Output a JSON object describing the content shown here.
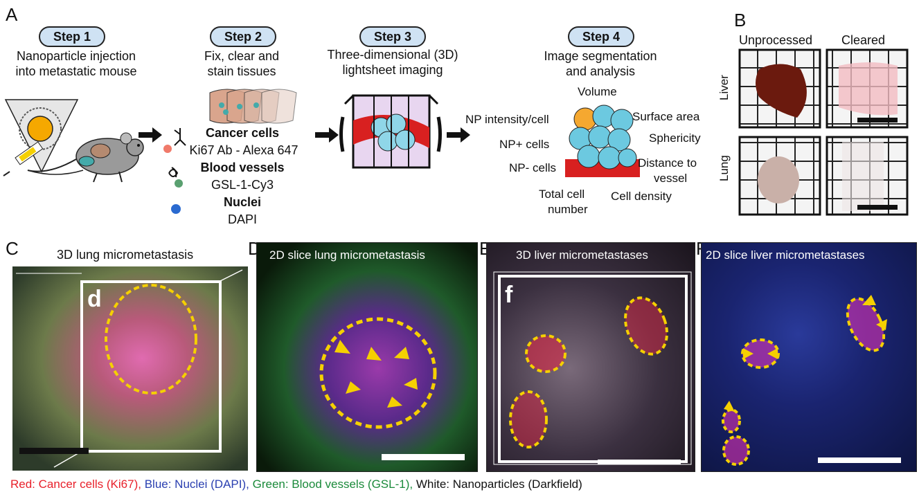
{
  "panel_A": {
    "letter": "A",
    "steps": [
      {
        "label": "Step 1",
        "text_lines": [
          "Nanoparticle injection",
          "into metastatic mouse"
        ]
      },
      {
        "label": "Step 2",
        "text_lines": [
          "Fix, clear and",
          "stain tissues"
        ]
      },
      {
        "label": "Step 3",
        "text_lines": [
          "Three-dimensional (3D)",
          "lightsheet imaging"
        ]
      },
      {
        "label": "Step 4",
        "text_lines": [
          "Image segmentation",
          "and analysis"
        ]
      }
    ],
    "stains": {
      "cancer_title": "Cancer cells",
      "cancer_reagent": "Ki67 Ab - Alexa 647",
      "vessels_title": "Blood vessels",
      "vessels_reagent": "GSL-1-Cy3",
      "nuclei_title": "Nuclei",
      "nuclei_reagent": "DAPI"
    },
    "analysis_labels": {
      "volume": "Volume",
      "np_intensity": "NP intensity/cell",
      "surface_area": "Surface area",
      "sphericity": "Sphericity",
      "np_pos": "NP+ cells",
      "np_neg": "NP- cells",
      "distance": "Distance to",
      "distance2": "vessel",
      "total": "Total cell",
      "total2": "number",
      "density": "Cell density"
    }
  },
  "panel_B": {
    "letter": "B",
    "col_unprocessed": "Unprocessed",
    "col_cleared": "Cleared",
    "row_liver": "Liver",
    "row_lung": "Lung"
  },
  "panel_C": {
    "letter": "C",
    "title": "3D lung micrometastasis",
    "inset": "d"
  },
  "panel_D": {
    "letter": "D",
    "title": "2D slice lung micrometastasis"
  },
  "panel_E": {
    "letter": "E",
    "title": "3D liver micrometastases",
    "inset": "f"
  },
  "panel_F": {
    "letter": "F",
    "title": "2D slice liver micrometastases"
  },
  "legend": {
    "red": "Red: Cancer cells (Ki67),",
    "blue": "Blue: Nuclei (DAPI),",
    "green": "Green: Blood vessels (GSL-1),",
    "white": "White: Nanoparticles (Darkfield)"
  },
  "colors": {
    "red": "#e8202a",
    "blue": "#2a3fb0",
    "green": "#1a8a3a",
    "pill": "#cfe2f3",
    "outline_yellow": "#f5d000"
  }
}
